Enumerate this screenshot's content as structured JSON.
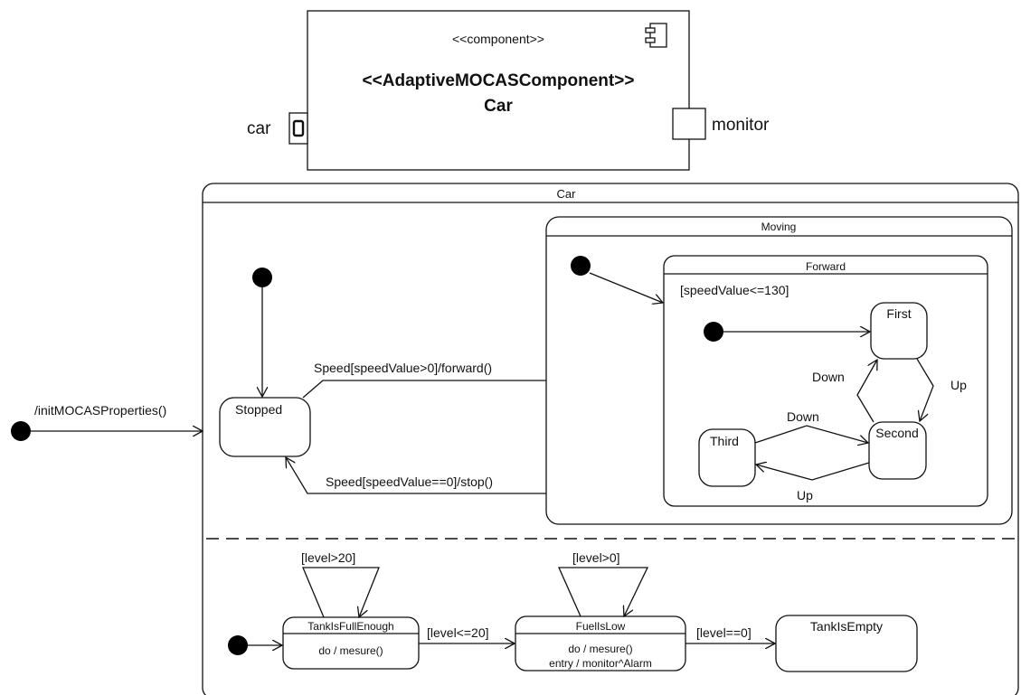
{
  "component": {
    "stereotype": "<<component>>",
    "adaptive_stereotype": "<<AdaptiveMOCASComponent>>",
    "name": "Car",
    "port_left_label": "car",
    "port_right_label": "monitor",
    "icon": "component-icon"
  },
  "state_machine": {
    "title": "Car",
    "initial_transition_label": "/initMOCASProperties()",
    "states": {
      "stopped": "Stopped",
      "moving": "Moving",
      "forward": "Forward",
      "forward_guard": "[speedValue<=130]",
      "first": "First",
      "second": "Second",
      "third": "Third"
    },
    "transitions": {
      "to_moving": "Speed[speedValue>0]/forward()",
      "to_stopped": "Speed[speedValue==0]/stop()",
      "first_to_second": "Up",
      "second_to_first": "Down",
      "third_to_second": "Down",
      "second_to_third": "Up"
    },
    "fuel_region": {
      "tank_full": {
        "name": "TankIsFullEnough",
        "activity": "do / mesure()",
        "self_guard": "[level>20]"
      },
      "fuel_low": {
        "name": "FuelIsLow",
        "activity_do": "do / mesure()",
        "activity_entry": "entry / monitor^Alarm",
        "self_guard": "[level>0]"
      },
      "tank_empty": {
        "name": "TankIsEmpty"
      },
      "full_to_low": "[level<=20]",
      "low_to_empty": "[level==0]"
    }
  }
}
